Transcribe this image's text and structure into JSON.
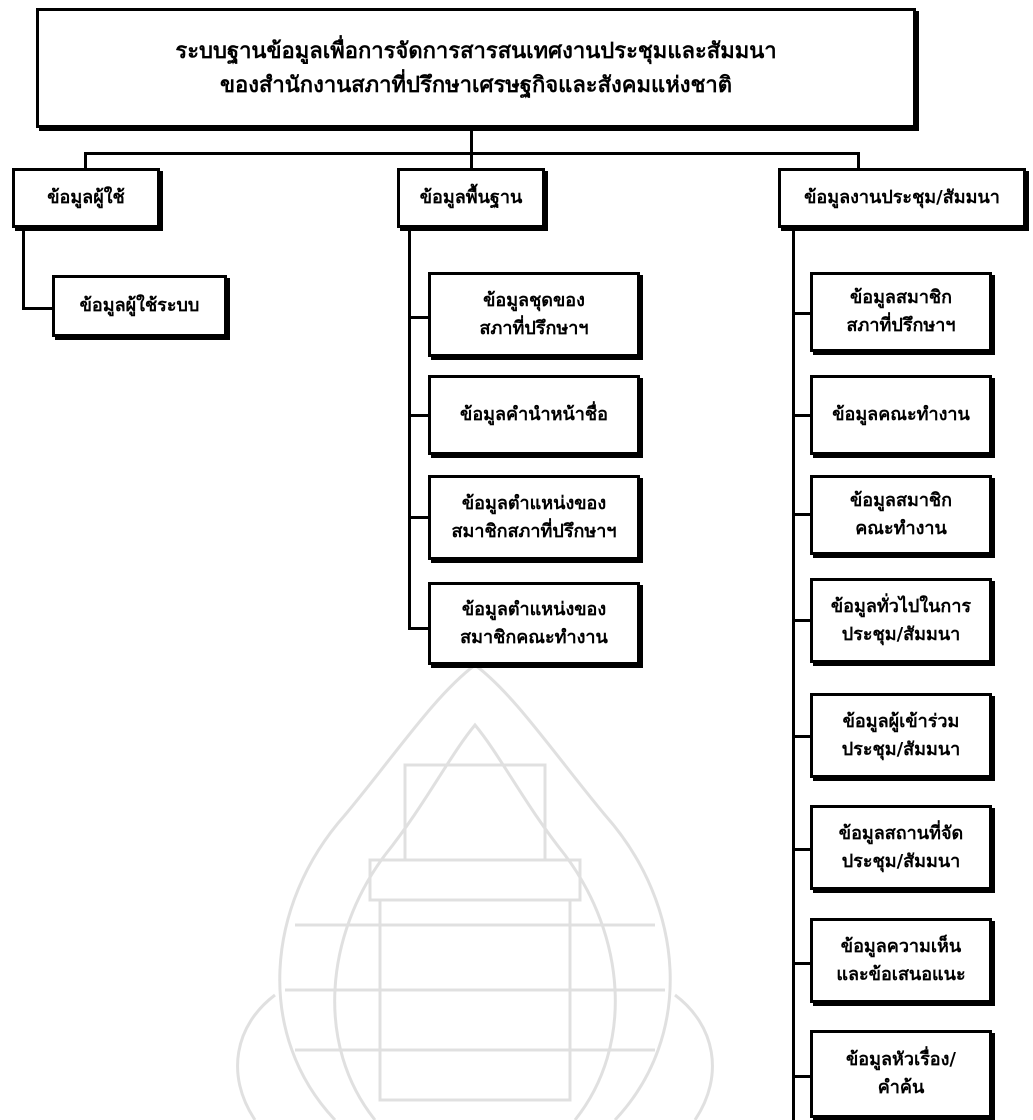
{
  "root": {
    "line1": "ระบบฐานข้อมูลเพื่อการจัดการสารสนเทศงานประชุมและสัมมนา",
    "line2": "ของสำนักงานสภาที่ปรึกษาเศรษฐกิจและสังคมแห่งชาติ"
  },
  "branches": {
    "users": {
      "label": "ข้อมูลผู้ใช้",
      "children": [
        {
          "line1": "ข้อมูลผู้ใช้ระบบ",
          "line2": ""
        }
      ]
    },
    "base": {
      "label": "ข้อมูลพื้นฐาน",
      "children": [
        {
          "line1": "ข้อมูลชุดของ",
          "line2": "สภาที่ปรึกษาฯ"
        },
        {
          "line1": "ข้อมูลคำนำหน้าชื่อ",
          "line2": ""
        },
        {
          "line1": "ข้อมูลตำแหน่งของ",
          "line2": "สมาชิกสภาที่ปรึกษาฯ"
        },
        {
          "line1": "ข้อมูลตำแหน่งของ",
          "line2": "สมาชิกคณะทำงาน"
        }
      ]
    },
    "meeting": {
      "label": "ข้อมูลงานประชุม/สัมมนา",
      "children": [
        {
          "line1": "ข้อมูลสมาชิก",
          "line2": "สภาที่ปรึกษาฯ"
        },
        {
          "line1": "ข้อมูลคณะทำงาน",
          "line2": ""
        },
        {
          "line1": "ข้อมูลสมาชิก",
          "line2": "คณะทำงาน"
        },
        {
          "line1": "ข้อมูลทั่วไปในการ",
          "line2": "ประชุม/สัมมนา"
        },
        {
          "line1": "ข้อมูลผู้เข้าร่วม",
          "line2": "ประชุม/สัมมนา"
        },
        {
          "line1": "ข้อมูลสถานที่จัด",
          "line2": "ประชุม/สัมมนา"
        },
        {
          "line1": "ข้อมูลความเห็น",
          "line2": "และข้อเสนอแนะ"
        },
        {
          "line1": "ข้อมูลหัวเรื่อง/",
          "line2": "คำค้น"
        }
      ]
    }
  }
}
